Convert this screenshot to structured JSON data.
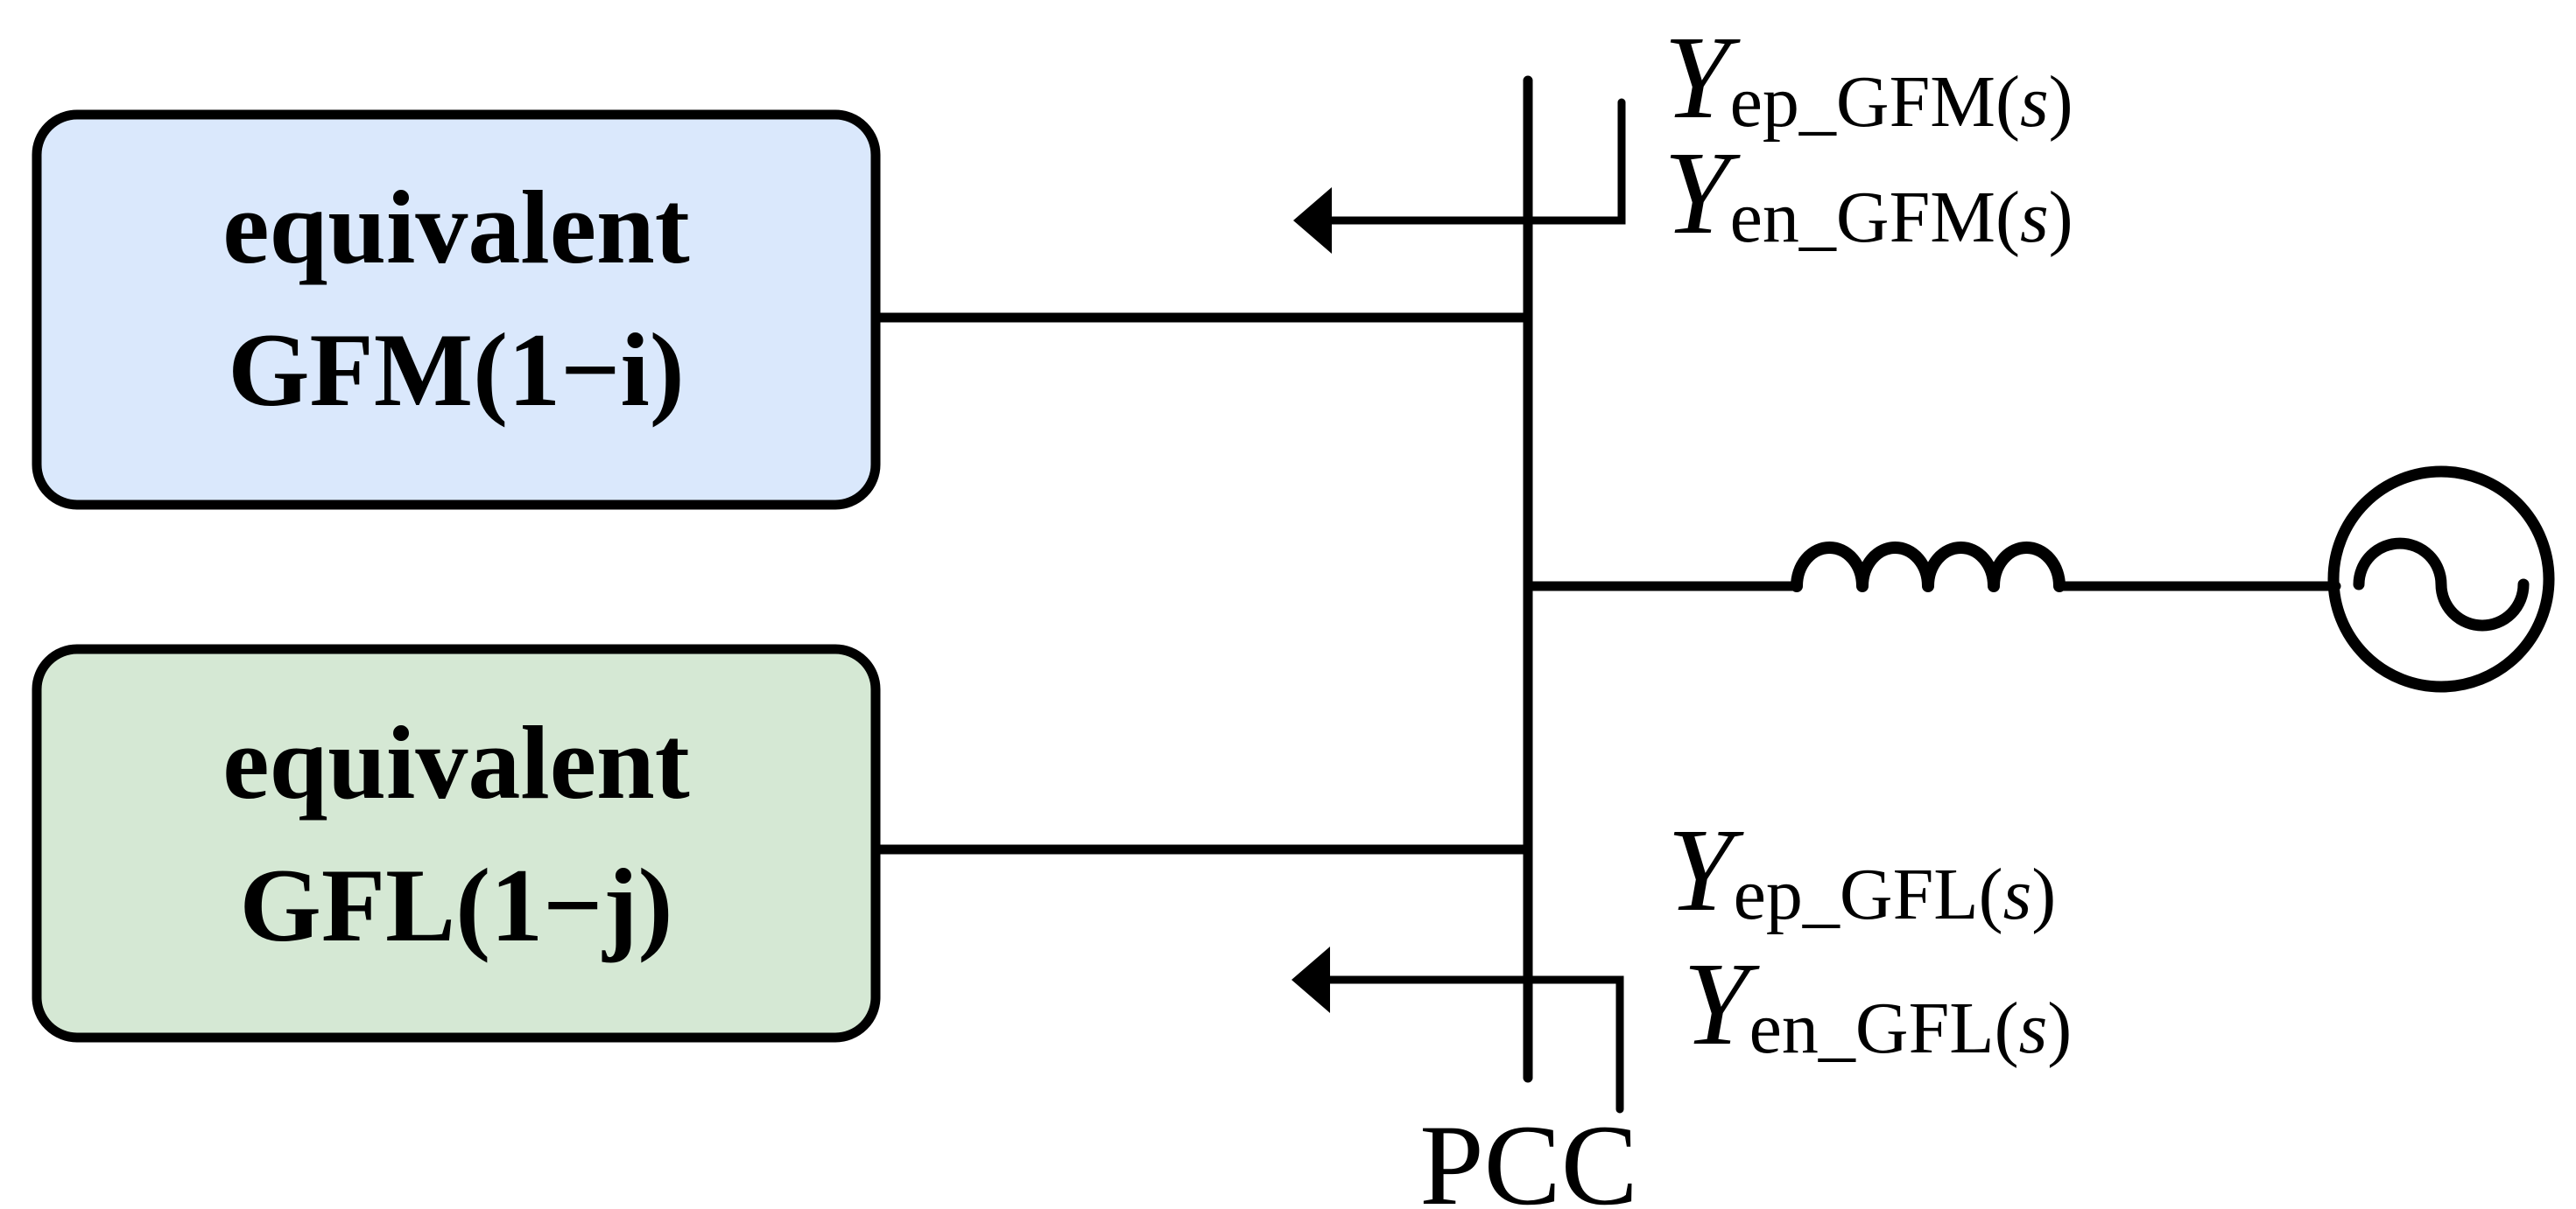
{
  "diagram": {
    "background_color": "#ffffff",
    "line_color": "#000000",
    "gfm_box": {
      "line1": "equivalent",
      "line2": "GFM(1−i)",
      "fill": "#dae8fc"
    },
    "gfl_box": {
      "line1": "equivalent",
      "line2": "GFL(1−j)",
      "fill": "#d5e8d4"
    },
    "admittance_labels": {
      "ep_gfm": {
        "symbol": "Y",
        "sub": "ep_GFM(",
        "arg": "s",
        "close": ")"
      },
      "en_gfm": {
        "symbol": "Y",
        "sub": "en_GFM(",
        "arg": "s",
        "close": ")"
      },
      "ep_gfl": {
        "symbol": "Y",
        "sub": "ep_GFL(",
        "arg": "s",
        "close": ")"
      },
      "en_gfl": {
        "symbol": "Y",
        "sub": "en_GFL(",
        "arg": "s",
        "close": ")"
      }
    },
    "bus_label": "PCC"
  }
}
